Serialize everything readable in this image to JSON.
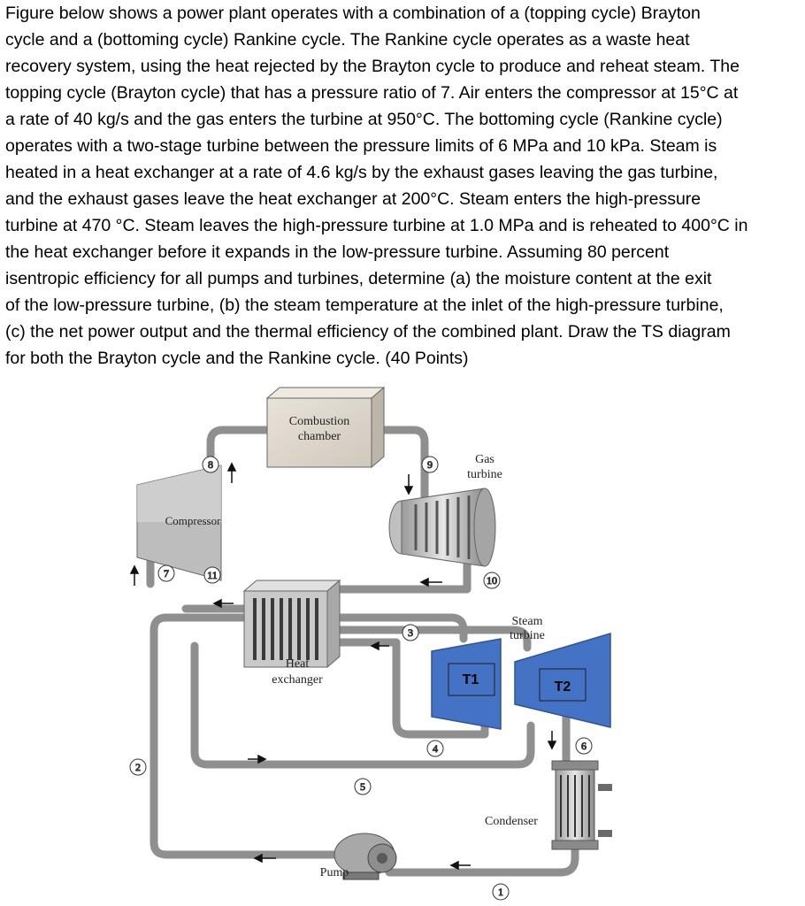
{
  "problem": {
    "text": "Figure below shows a power plant operates with a combination of a (topping cycle) Brayton\ncycle and a (bottoming cycle) Rankine cycle. The Rankine cycle operates as a waste heat\nrecovery system, using the heat rejected by the Brayton cycle to produce and reheat steam. The\ntopping cycle (Brayton cycle) that has a pressure ratio of 7. Air enters the compressor at 15°C at\na rate of 40 kg/s and the gas enters the turbine at 950°C. The bottoming cycle (Rankine cycle)\noperates with a two-stage turbine between the pressure limits of 6 MPa and 10 kPa. Steam is\nheated in a heat exchanger at a rate of 4.6 kg/s by the exhaust gases leaving the gas turbine,\nand the exhaust gases leave the heat exchanger at 200°C. Steam enters the high-pressure\nturbine at 470 °C. Steam leaves the high-pressure turbine at 1.0 MPa and is reheated to 400°C in\nthe heat exchanger before it expands in the low-pressure turbine. Assuming 80 percent\nisentropic efficiency for all pumps and turbines, determine (a) the moisture content at the exit\nof the low-pressure turbine, (b) the steam temperature at the inlet of the high-pressure turbine,\n(c) the net power output and the thermal efficiency of the combined plant. Draw the TS diagram\nfor both the Brayton cycle and the Rankine cycle. (40 Points)"
  },
  "diagram": {
    "combustion_chamber": [
      "Combustion",
      "chamber"
    ],
    "gas_turbine": [
      "Gas",
      "turbine"
    ],
    "compressor": "Compressor",
    "heat_exchanger": [
      "Heat",
      "exchanger"
    ],
    "steam_turbine": [
      "Steam",
      "turbine"
    ],
    "t1": "T1",
    "t2": "T2",
    "condenser": "Condenser",
    "pump": "Pump",
    "state_points": [
      "1",
      "2",
      "3",
      "4",
      "5",
      "6",
      "7",
      "8",
      "9",
      "10",
      "11"
    ]
  },
  "colors": {
    "turbine_fill": "#4472c4",
    "turbine_stroke": "#2f5597",
    "pipe": "#9a9a9a",
    "equipment": "#c8c8c8"
  }
}
